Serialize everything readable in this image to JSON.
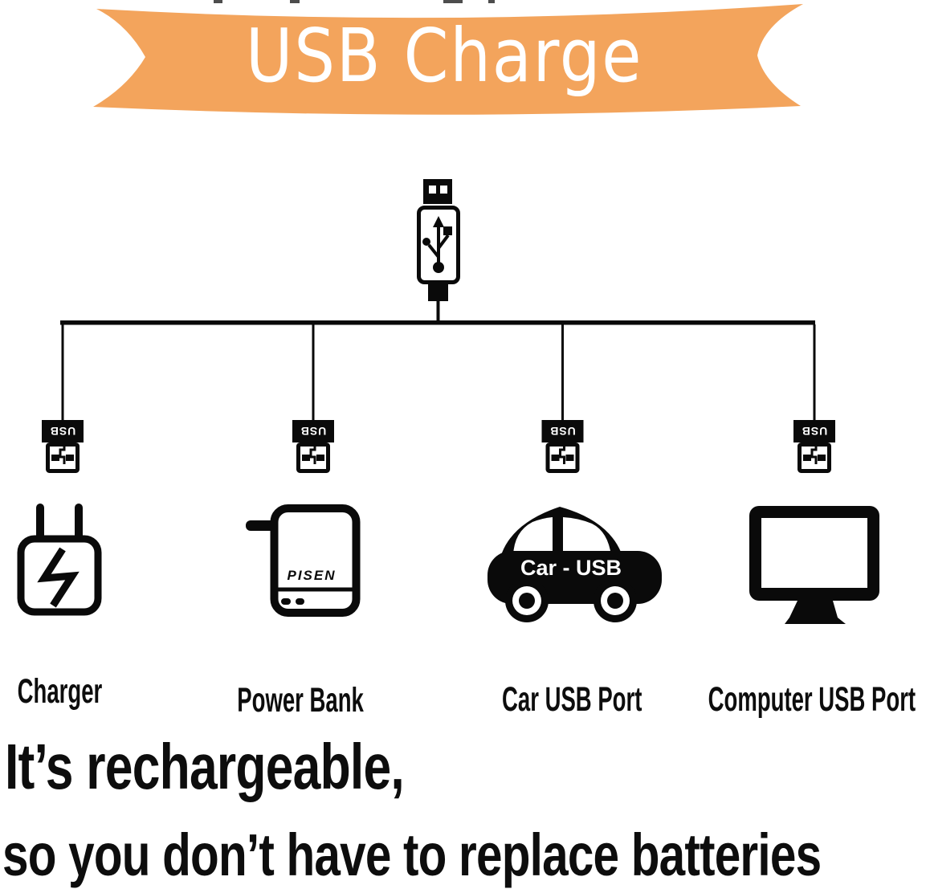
{
  "banner": {
    "title": "USB Charge",
    "background_color": "#F3A45C",
    "text_color": "#FFFFFF"
  },
  "usb_plug_label": "USB",
  "devices": [
    {
      "label": "Charger"
    },
    {
      "label": "Power Bank",
      "brand": "PISEN"
    },
    {
      "label": "Car USB Port",
      "body_text": "Car - USB"
    },
    {
      "label": "Computer USB Port"
    }
  ],
  "footer": {
    "line1": "It’s rechargeable,",
    "line2": "so you don’t have to replace batteries"
  }
}
